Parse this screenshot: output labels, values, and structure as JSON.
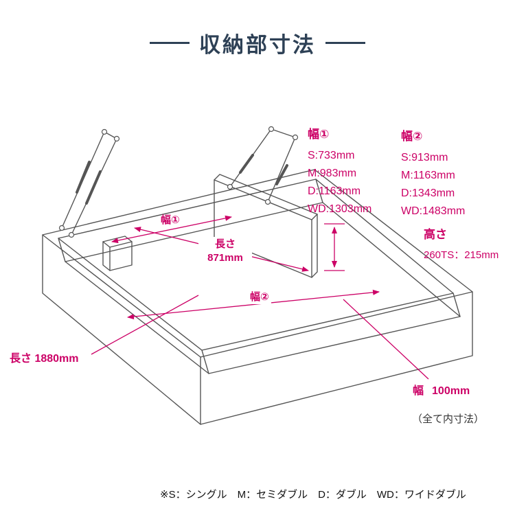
{
  "colors": {
    "accent": "#cc0066",
    "line": "#555555",
    "title": "#2e4156"
  },
  "title": {
    "text": "収納部寸法"
  },
  "diagram_labels": {
    "width1": "幅①",
    "length_mid_label": "長さ",
    "length_mid_value": "871mm",
    "width2": "幅②",
    "length_total": "長さ 1880mm",
    "rim_width_label": "幅",
    "rim_width_value": "100mm"
  },
  "specs": {
    "width1": {
      "heading": "幅①",
      "rows": [
        "S:733mm",
        "M:983mm",
        "D:1163mm",
        "WD:1303mm"
      ]
    },
    "width2": {
      "heading": "幅②",
      "rows": [
        "S:913mm",
        "M:1163mm",
        "D:1343mm",
        "WD:1483mm"
      ]
    },
    "height": {
      "heading": "高さ",
      "value": "260TS：215mm"
    }
  },
  "notes": {
    "inner": "（全て内寸法）",
    "legend": "※S：シングル　M：セミダブル　D：ダブル　WD：ワイドダブル"
  }
}
